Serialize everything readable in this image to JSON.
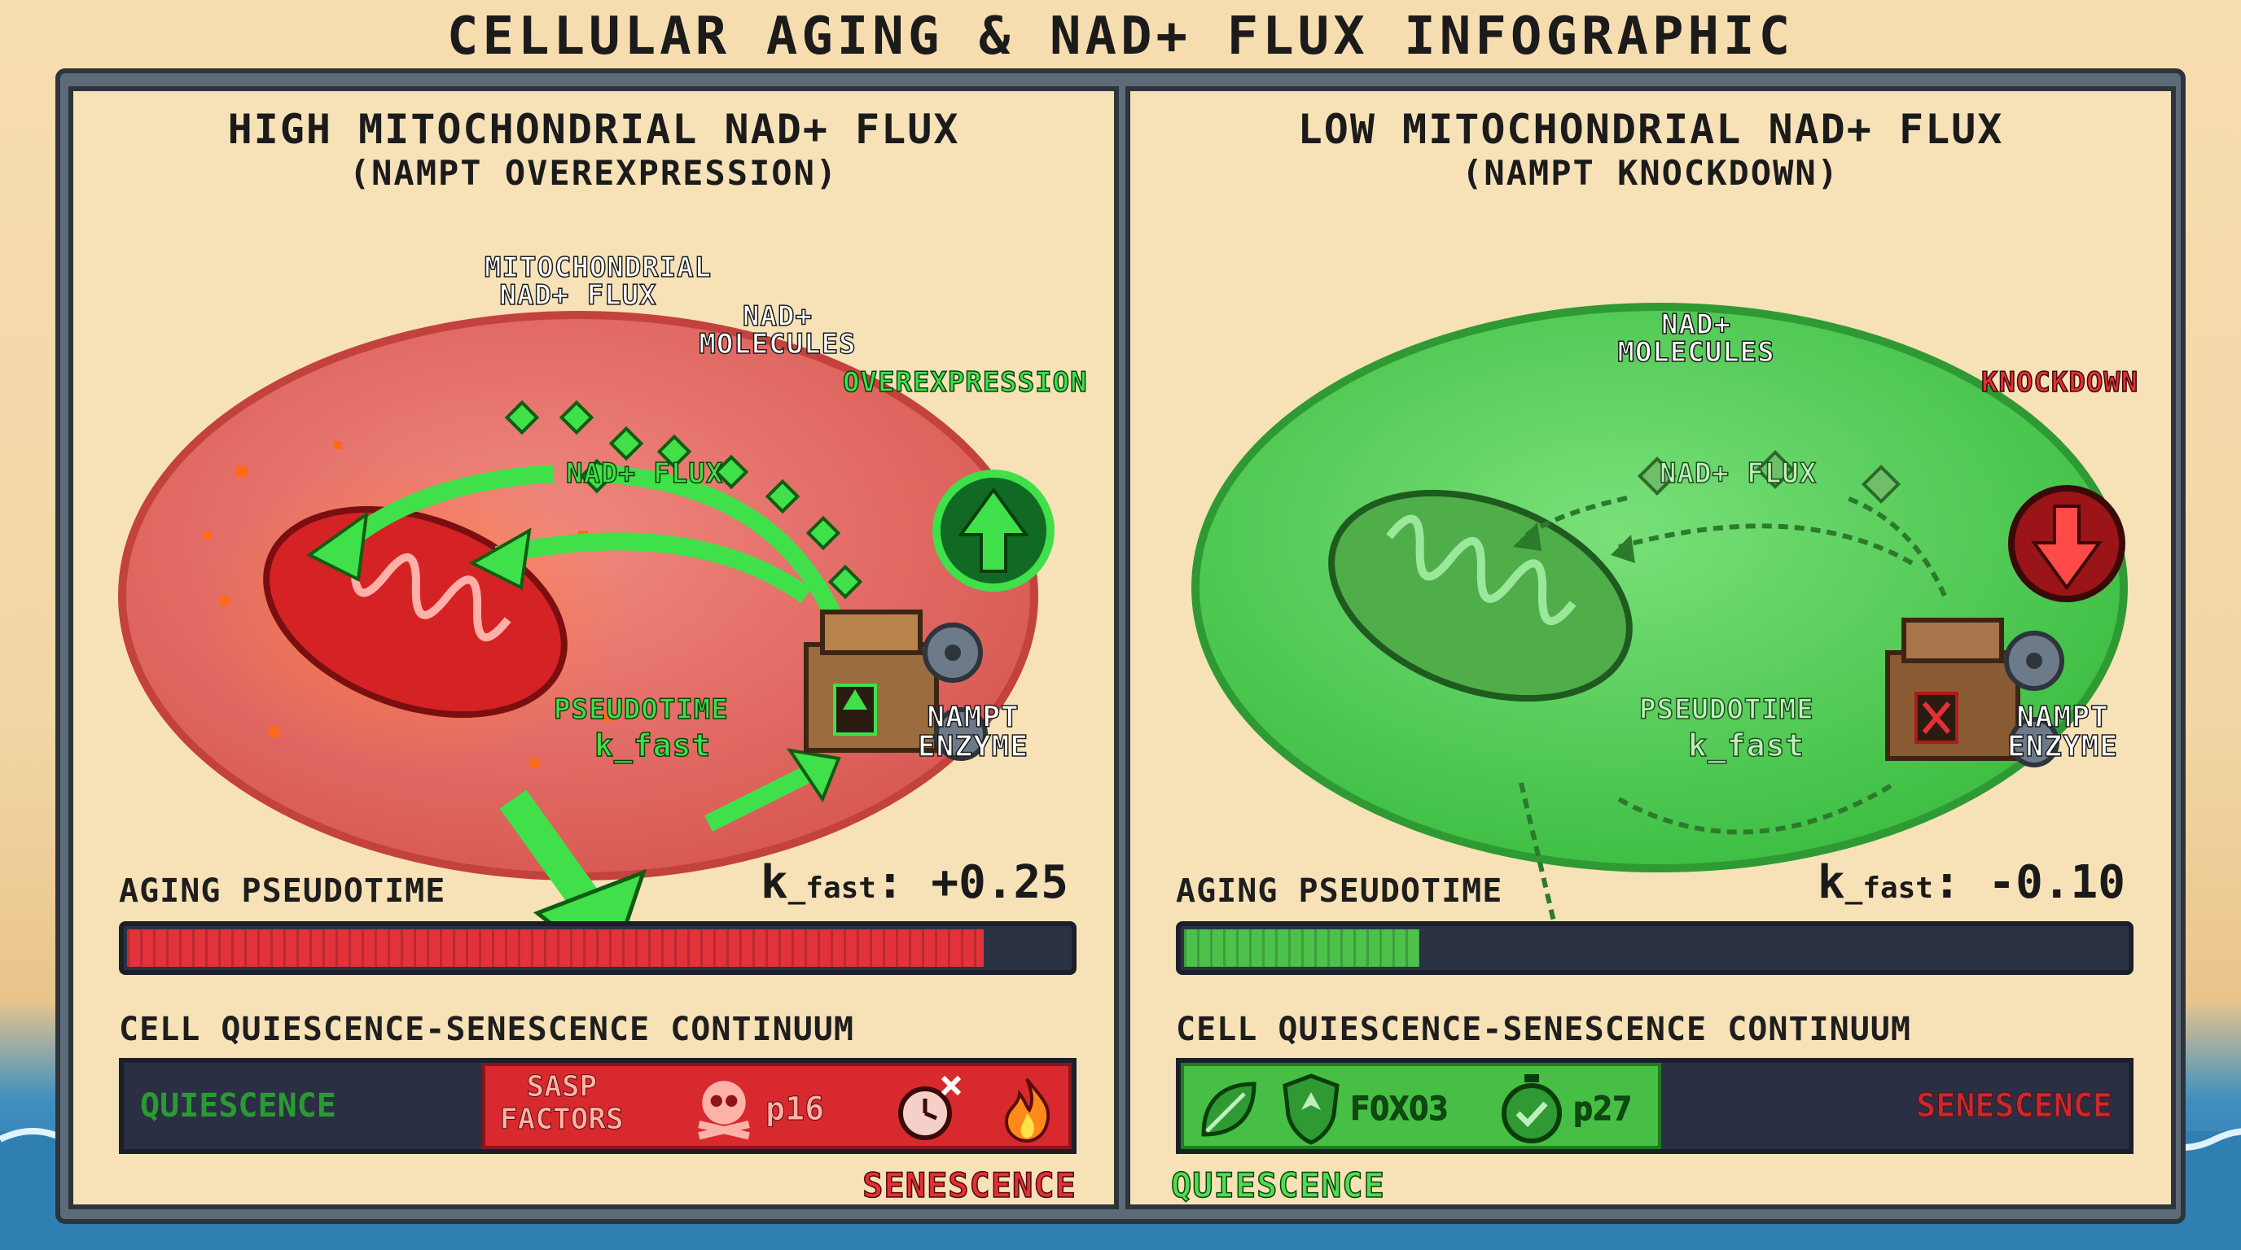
{
  "title": "CELLULAR AGING & NAD+ FLUX INFOGRAPHIC",
  "colors": {
    "high_accent": "#e2333a",
    "low_accent": "#46bf44",
    "flux_green": "#3fe04a",
    "frame": "#2d343c",
    "panel_bg": "#f7e2b8"
  },
  "left_panel": {
    "title": "HIGH MITOCHONDRIAL NAD+ FLUX",
    "subtitle": "(NAMPT OVEREXPRESSION)",
    "label_mito_flux": "MITOCHONDRIAL NAD+ FLUX",
    "label_mito_flux_l1": "MITOCHONDRIAL",
    "label_mito_flux_l2": "NAD+ FLUX",
    "label_molecules_l1": "NAD+",
    "label_molecules_l2": "MOLECULES",
    "label_overexpression": "OVEREXPRESSION",
    "label_flux": "NAD+ FLUX",
    "label_pseudotime": "PSEUDOTIME",
    "label_kfast": "k_fast",
    "label_nampt_l1": "NAMPT",
    "label_nampt_l2": "ENZYME",
    "aging_label": "AGING PSEUDOTIME",
    "k_fast_prefix": "k",
    "k_fast_sub": "_fast",
    "k_fast_value": ": +0.25",
    "aging_progress": 0.91,
    "continuum_label": "CELL QUIESCENCE-SENESCENCE CONTINUUM",
    "continuum_quiescence": "QUIESCENCE",
    "sasp_l1": "SASP",
    "sasp_l2": "FACTORS",
    "marker_p16": "p16",
    "stamp": "SENESCENCE",
    "icons": [
      "skull-crossbones-icon",
      "stopwatch-x-icon",
      "fire-icon",
      "up-arrow-icon",
      "gear-icon"
    ]
  },
  "right_panel": {
    "title": "LOW MITOCHONDRIAL NAD+ FLUX",
    "subtitle": "(NAMPT KNOCKDOWN)",
    "label_molecules_l1": "NAD+",
    "label_molecules_l2": "MOLECULES",
    "label_knockdown": "KNOCKDOWN",
    "label_flux": "NAD+ FLUX",
    "label_pseudotime": "PSEUDOTIME",
    "label_kfast": "k_fast",
    "label_nampt_l1": "NAMPT",
    "label_nampt_l2": "ENZYME",
    "aging_label": "AGING PSEUDOTIME",
    "k_fast_prefix": "k",
    "k_fast_sub": "_fast",
    "k_fast_value": ": -0.10",
    "aging_progress": 0.25,
    "continuum_label": "CELL QUIESCENCE-SENESCENCE CONTINUUM",
    "marker_foxo3": "FOXO3",
    "marker_p27": "p27",
    "continuum_senescence": "SENESCENCE",
    "stamp": "QUIESCENCE",
    "icons": [
      "leaf-icon",
      "shield-icon",
      "stopwatch-check-icon",
      "down-arrow-icon",
      "gear-icon"
    ]
  }
}
